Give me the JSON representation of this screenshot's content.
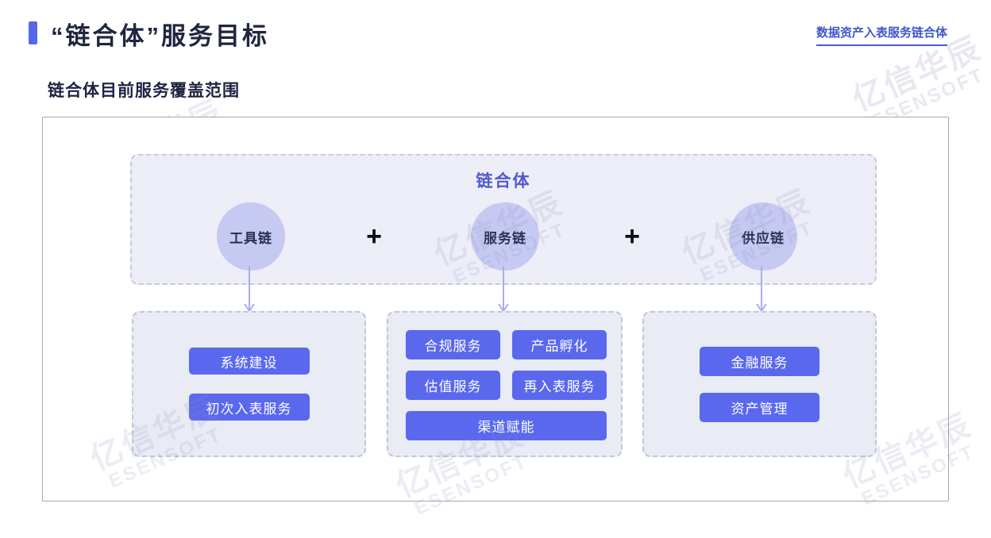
{
  "header": {
    "title": "“链合体”服务目标",
    "corner_link": "数据资产入表服务链合体"
  },
  "section": {
    "subtitle": "链合体目前服务覆盖范围"
  },
  "diagram": {
    "chain_box": {
      "title": "链合体",
      "plus_sign": "+",
      "chains": [
        {
          "label": "工具链"
        },
        {
          "label": "服务链"
        },
        {
          "label": "供应链"
        }
      ]
    },
    "groups": [
      {
        "name": "tool-chain-services",
        "buttons": [
          "系统建设",
          "初次入表服务"
        ]
      },
      {
        "name": "service-chain-services",
        "buttons": [
          "合规服务",
          "产品孵化",
          "估值服务",
          "再入表服务",
          "渠道赋能"
        ]
      },
      {
        "name": "supply-chain-services",
        "buttons": [
          "金融服务",
          "资产管理"
        ]
      }
    ]
  },
  "watermark": {
    "line1": "亿信华辰",
    "line2": "ESENSOFT"
  },
  "colors": {
    "accent_blue": "#5468e8",
    "link_blue": "#4356c8",
    "title_dark": "#20263f",
    "chain_title_purple": "#5059cf",
    "circle_fill": "#c6c9f2",
    "pill_fill": "#5968ed",
    "box_fill_top": "#edeef8",
    "box_fill_bottom": "#e9ebf5",
    "dashed_border": "#c0c6d8",
    "arrow": "#a9aee8"
  }
}
